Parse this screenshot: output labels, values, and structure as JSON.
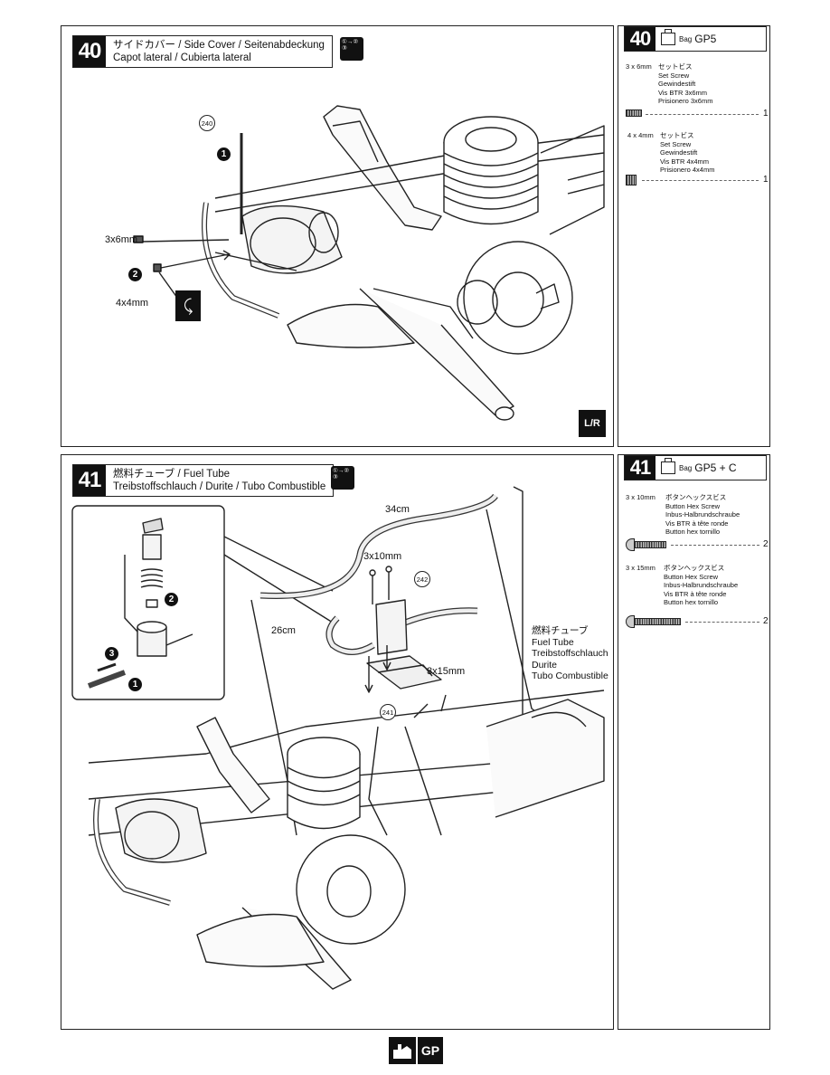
{
  "step40": {
    "number": "40",
    "title_line1": "サイドカバー  /  Side Cover  /  Seitenabdeckung",
    "title_line2": "Capot lateral  /  Cubierta lateral",
    "order_icon": "①→② ③",
    "callouts": {
      "part_240": "240",
      "screw_3x6": "3x6mm",
      "screw_4x4": "4x4mm",
      "step1": "1",
      "step2": "2"
    },
    "lr_mark": "L/R"
  },
  "bag40": {
    "number": "40",
    "bag_word": "Bag",
    "bag_name": "GP5",
    "parts": [
      {
        "size": "3 x 6mm",
        "names": [
          "セットビス",
          "Set Screw",
          "Gewindestift",
          "Vis BTR 3x6mm",
          "Prisionero 3x6mm"
        ],
        "qty": "1"
      },
      {
        "size": "4 x 4mm",
        "names": [
          "セットビス",
          "Set Screw",
          "Gewindestift",
          "Vis BTR 4x4mm",
          "Prisionero 4x4mm"
        ],
        "qty": "1"
      }
    ]
  },
  "step41": {
    "number": "41",
    "title_line1": "燃料チューブ  / Fuel Tube",
    "title_line2": "Treibstoffschlauch / Durite / Tubo Combustible",
    "callouts": {
      "tube_34": "34cm",
      "tube_26": "26cm",
      "screw_3x10": "3x10mm",
      "screw_3x15": "3x15mm",
      "part_242": "242",
      "part_241": "241",
      "step1": "1",
      "step2": "2",
      "step3": "3"
    },
    "fuel_tube_labels": [
      "燃料チューブ",
      "Fuel Tube",
      "Treibstoffschlauch",
      "Durite",
      "Tubo Combustible"
    ]
  },
  "bag41": {
    "number": "41",
    "bag_word": "Bag",
    "bag_name": "GP5 + C",
    "parts": [
      {
        "size": "3 x 10mm",
        "names": [
          "ボタンヘックスビス",
          "Button Hex Screw",
          "Inbus-Halbrundschraube",
          "Vis BTR à tête ronde",
          "Button hex tornillo"
        ],
        "qty": "2"
      },
      {
        "size": "3 x 15mm",
        "names": [
          "ボタンヘックスビス",
          "Button Hex Screw",
          "Inbus-Halbrundschraube",
          "Vis BTR à tête ronde",
          "Button hex tornillo"
        ],
        "qty": "2"
      }
    ]
  },
  "footer": {
    "logo": "GP"
  }
}
